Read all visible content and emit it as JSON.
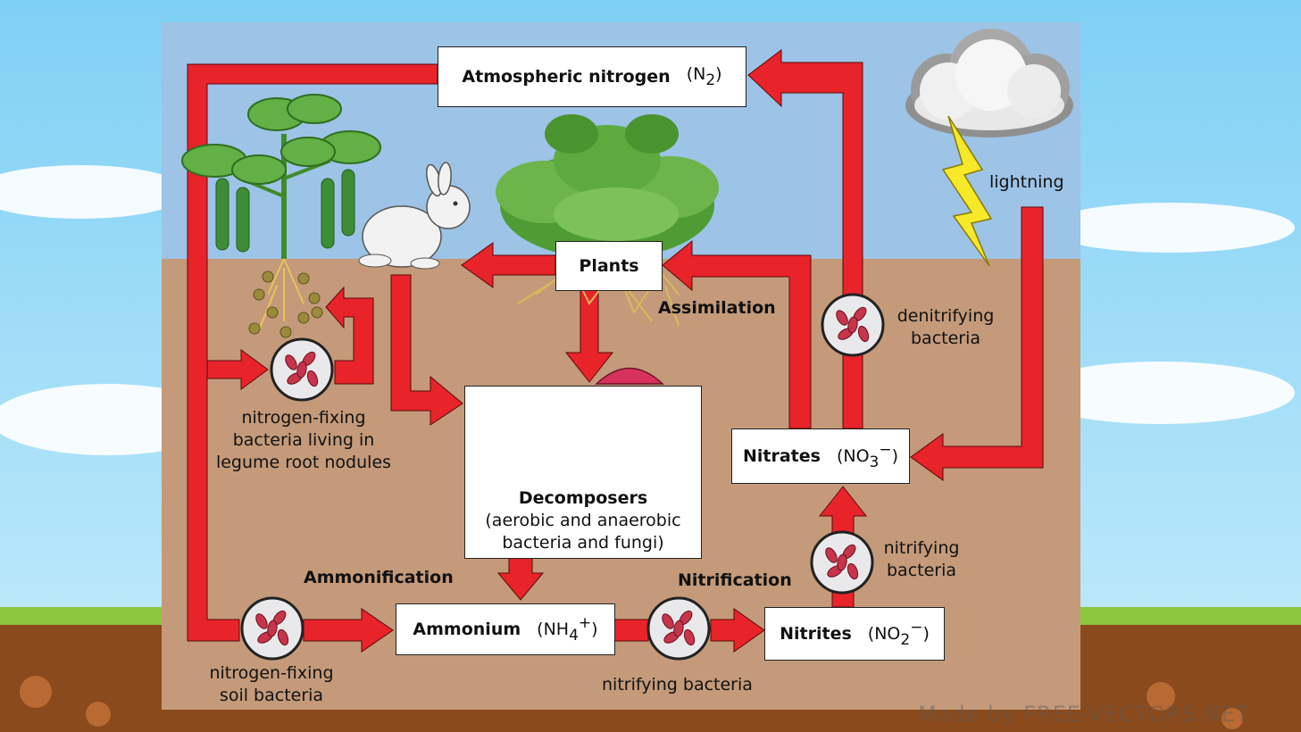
{
  "boxes": {
    "atmospheric": {
      "name": "Atmospheric nitrogen",
      "formula": "N",
      "sub": "2"
    },
    "plants": {
      "name": "Plants"
    },
    "nitrates": {
      "name": "Nitrates",
      "formula": "NO",
      "sub": "3",
      "sup": "−"
    },
    "nitrites": {
      "name": "Nitrites",
      "formula": "NO",
      "sub": "2",
      "sup": "−"
    },
    "ammonium": {
      "name": "Ammonium",
      "formula": "NH",
      "sub": "4",
      "sup": "+"
    },
    "decomposers": {
      "name": "Decomposers",
      "line1": "(aerobic and anaerobic",
      "line2": "bacteria and fungi)"
    }
  },
  "labels": {
    "lightning": "lightning",
    "assimilation": "Assimilation",
    "denitrifying": [
      "denitrifying",
      "bacteria"
    ],
    "nitrogen_fixing_legume": [
      "nitrogen-fixing",
      "bacteria living in",
      "legume root nodules"
    ],
    "ammonification": "Ammonification",
    "nitrification": "Nitrification",
    "nitrifying_upper": [
      "nitrifying",
      "bacteria"
    ],
    "nitrifying_lower": "nitrifying bacteria",
    "nitrogen_fixing_soil": [
      "nitrogen-fixing",
      "soil bacteria"
    ]
  },
  "watermark": "Made by FREE-VECTORS.NET",
  "colors": {
    "arrow": "#e8232a",
    "sky": "#9dc3e6",
    "soil": "#c49a7a",
    "bacteria": "#c8354b"
  }
}
